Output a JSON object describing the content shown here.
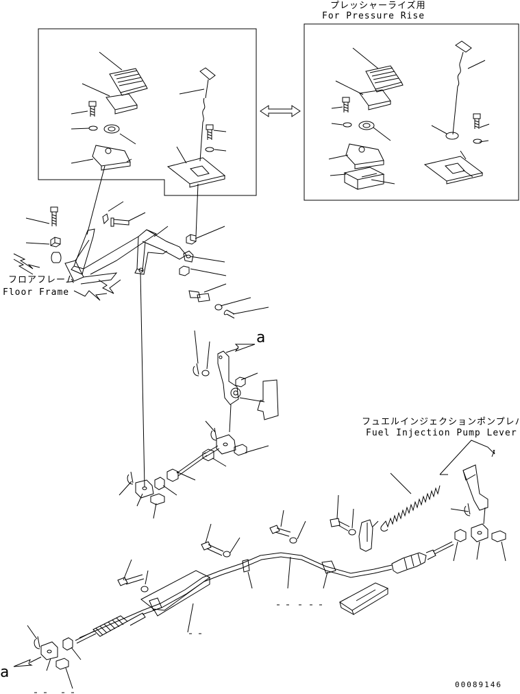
{
  "labels": {
    "pressure_rise_jp": "プレッシャーライズ用",
    "pressure_rise_en": "For Pressure Rise",
    "floor_frame_jp": "フロアフレーム",
    "floor_frame_en": "Floor Frame",
    "fuel_pump_jp": "フュエルインジェクションポンプレバー",
    "fuel_pump_en": "Fuel Injection Pump Lever",
    "marker_a_top": "a",
    "marker_a_bottom": "a",
    "drawing_number": "00089146"
  },
  "icons": {
    "double_arrow": "double-headed-arrow",
    "arrow_a": "pointer-arrow"
  }
}
